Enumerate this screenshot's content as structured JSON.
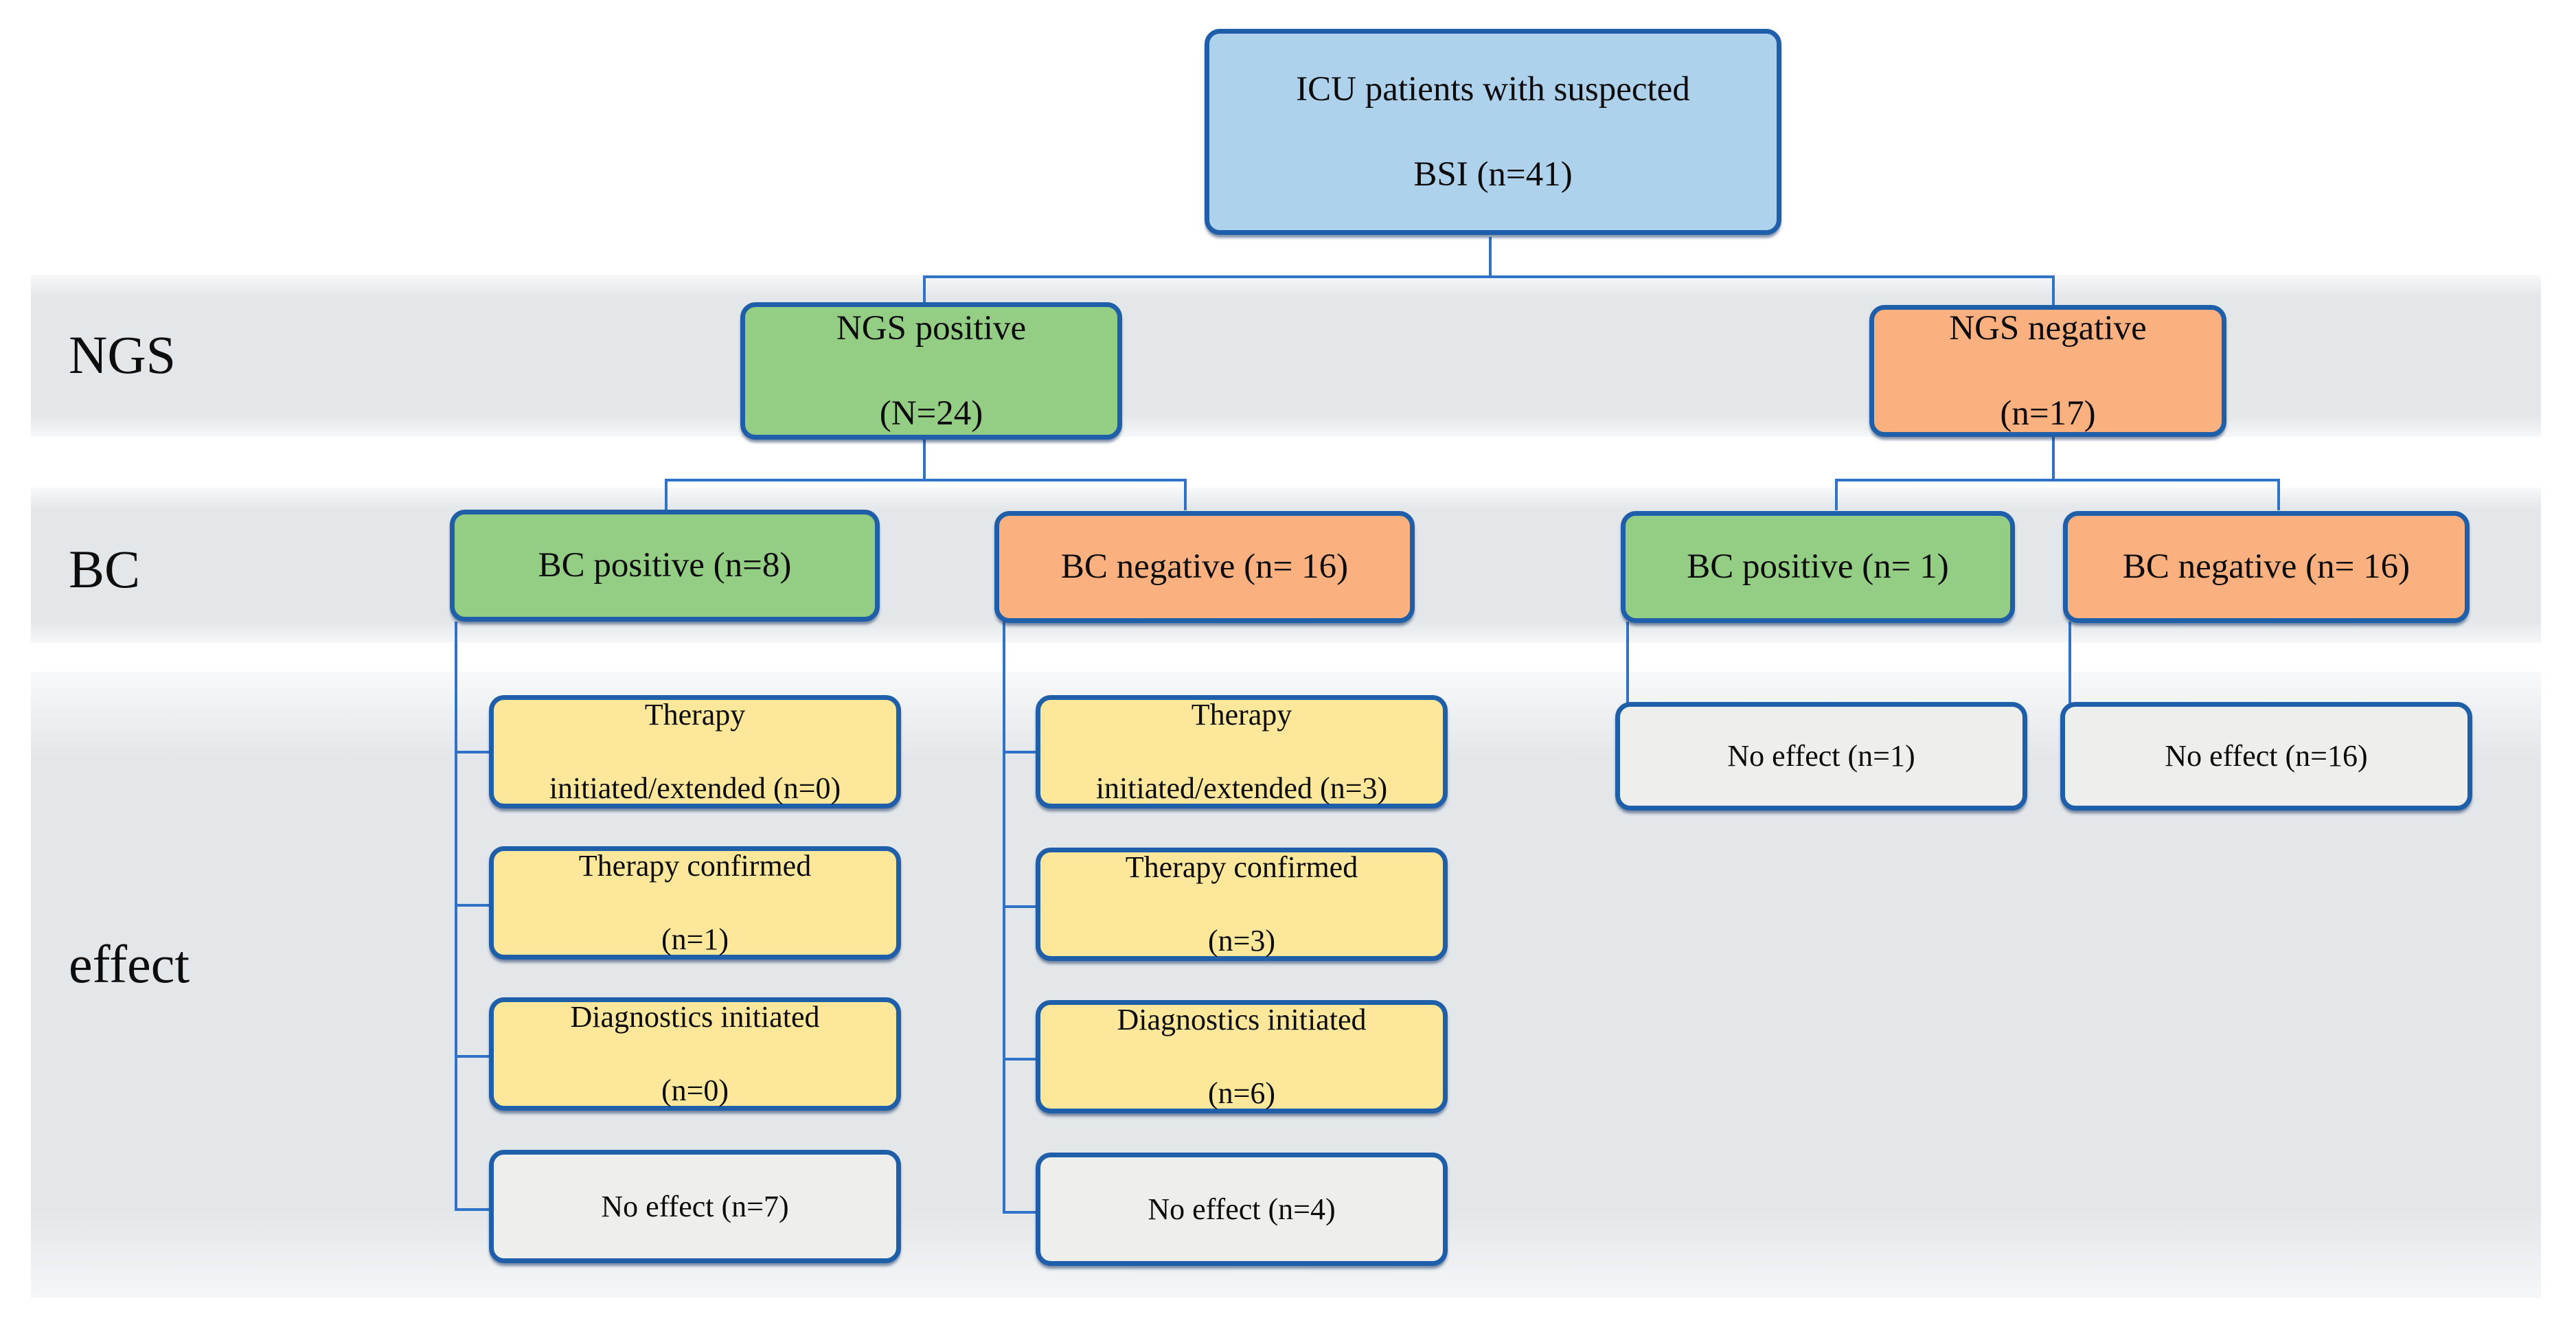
{
  "diagram": {
    "type": "flowchart",
    "title_text": "",
    "row_labels": [
      {
        "id": "ngs",
        "label": "NGS"
      },
      {
        "id": "bc",
        "label": "BC"
      },
      {
        "id": "effect",
        "label": "effect"
      }
    ],
    "colors": {
      "border": "#1f5fa9",
      "connector": "#2f72c8",
      "band_background": "#e3e7ea",
      "root_fill": "#aed2ec",
      "positive_fill": "#93ce84",
      "negative_fill": "#fbb080",
      "action_fill": "#fde79b",
      "no_effect_fill": "#eeeeec"
    },
    "root": {
      "id": "root",
      "line1": "ICU patients with suspected",
      "line2": "BSI (n=41)",
      "n": 41
    },
    "ngs_level": [
      {
        "id": "ngs-positive",
        "line1": "NGS positive",
        "line2": "(N=24)",
        "n": 24,
        "fill": "positive"
      },
      {
        "id": "ngs-negative",
        "line1": "NGS negative",
        "line2": "(n=17)",
        "n": 17,
        "fill": "negative"
      }
    ],
    "bc_level": [
      {
        "id": "bc-positive-ngspos",
        "label": "BC positive (n=8)",
        "n": 8,
        "fill": "positive"
      },
      {
        "id": "bc-negative-ngspos",
        "label": "BC negative (n= 16)",
        "n": 16,
        "fill": "negative"
      },
      {
        "id": "bc-positive-ngsneg",
        "label": "BC positive (n= 1)",
        "n": 1,
        "fill": "positive"
      },
      {
        "id": "bc-negative-ngsneg",
        "label": "BC negative (n= 16)",
        "n": 16,
        "fill": "negative"
      }
    ],
    "effect_col1": [
      {
        "id": "e1-therapy-initiated",
        "line1": "Therapy",
        "line2": "initiated/extended (n=0)",
        "n": 0,
        "fill": "action"
      },
      {
        "id": "e1-therapy-confirmed",
        "line1": "Therapy confirmed",
        "line2": "(n=1)",
        "n": 1,
        "fill": "action"
      },
      {
        "id": "e1-diagnostics",
        "line1": "Diagnostics initiated",
        "line2": "(n=0)",
        "n": 0,
        "fill": "action"
      },
      {
        "id": "e1-no-effect",
        "line1": "No effect (n=7)",
        "line2": "",
        "n": 7,
        "fill": "no_effect"
      }
    ],
    "effect_col2": [
      {
        "id": "e2-therapy-initiated",
        "line1": "Therapy",
        "line2": "initiated/extended (n=3)",
        "n": 3,
        "fill": "action"
      },
      {
        "id": "e2-therapy-confirmed",
        "line1": "Therapy confirmed",
        "line2": "(n=3)",
        "n": 3,
        "fill": "action"
      },
      {
        "id": "e2-diagnostics",
        "line1": "Diagnostics initiated",
        "line2": "(n=6)",
        "n": 6,
        "fill": "action"
      },
      {
        "id": "e2-no-effect",
        "line1": "No effect (n=4)",
        "line2": "",
        "n": 4,
        "fill": "no_effect"
      }
    ],
    "effect_col3": [
      {
        "id": "e3-no-effect",
        "label": "No effect (n=1)",
        "n": 1,
        "fill": "no_effect"
      }
    ],
    "effect_col4": [
      {
        "id": "e4-no-effect",
        "label": "No effect (n=16)",
        "n": 16,
        "fill": "no_effect"
      }
    ]
  }
}
